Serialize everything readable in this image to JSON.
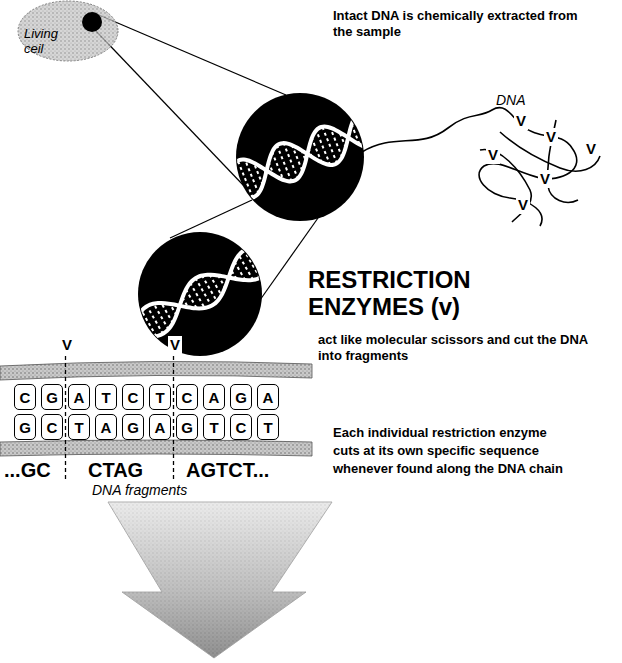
{
  "diagram": {
    "nodes": [
      {
        "text": [
          "Living ceil"
        ]
      },
      {
        "text": [
          "C"
        ]
      },
      {
        "text": [
          "G"
        ]
      },
      {
        "text": [
          "A"
        ]
      },
      {
        "text": [
          "T"
        ]
      },
      {
        "text": [
          "C"
        ]
      },
      {
        "text": [
          "T"
        ]
      },
      {
        "text": [
          "C"
        ]
      },
      {
        "text": [
          "A"
        ]
      },
      {
        "text": [
          "G"
        ]
      },
      {
        "text": [
          "A"
        ]
      },
      {
        "text": [
          "G"
        ]
      },
      {
        "text": [
          "C"
        ]
      },
      {
        "text": [
          "T"
        ]
      },
      {
        "text": [
          "A"
        ]
      },
      {
        "text": [
          "G"
        ]
      },
      {
        "text": [
          "A"
        ]
      },
      {
        "text": [
          "G"
        ]
      },
      {
        "text": [
          "T"
        ]
      },
      {
        "text": [
          "C"
        ]
      },
      {
        "text": [
          "T"
        ]
      }
    ],
    "labels": [
      "Intact DNA is chemically extracted from the sample",
      "DNA",
      "V",
      "V",
      "V",
      "V",
      "V",
      "V",
      "RESTRICTION ENZYMES (v)",
      "act like molecular scissors and cut the DNA into fragments",
      "V",
      "V",
      "Each individual restriction enzyme cuts at its own specific sequence whenever found along the DNA chain",
      "...GC",
      "CTAG",
      "AGTCT...",
      "DNA fragments"
    ]
  }
}
